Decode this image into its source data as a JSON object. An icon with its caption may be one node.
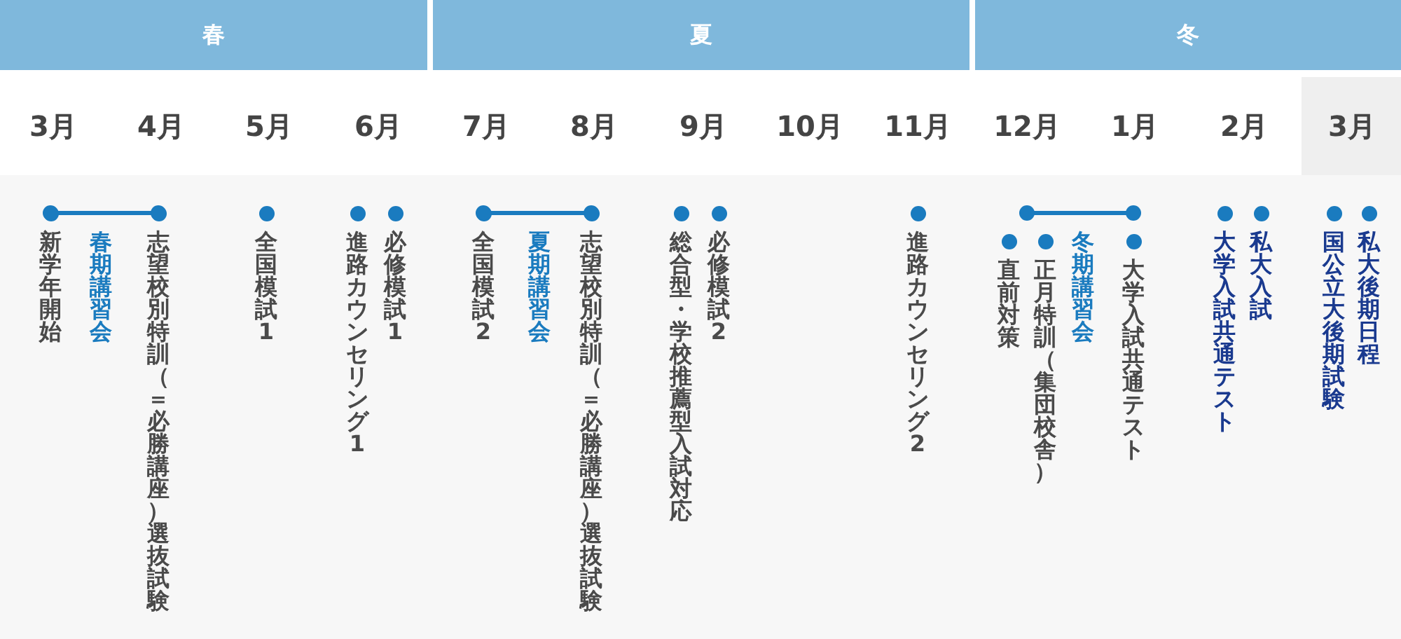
{
  "diagram": {
    "labels": [
      "春",
      "夏",
      "冬",
      "3月",
      "4月",
      "5月",
      "6月",
      "7月",
      "8月",
      "9月",
      "10月",
      "11月",
      "12月",
      "1月",
      "2月",
      "3月",
      "新学年開始",
      "春期講習会",
      "志望校別特訓（＝必勝講座）選抜試験",
      "全国模試1",
      "進路カウンセリング1",
      "必修模試1",
      "全国模試2",
      "夏期講習会",
      "志望校別特訓（＝必勝講座）選抜試験",
      "総合型・学校推薦型入試対応",
      "必修模試2",
      "進路カウンセリング2",
      "直前対策",
      "正月特訓（集団校舎）",
      "冬期講習会",
      "大学入試共通テスト",
      "大学入試共通テスト",
      "私大入試",
      "国公立大後期試験",
      "私大後期日程"
    ]
  }
}
